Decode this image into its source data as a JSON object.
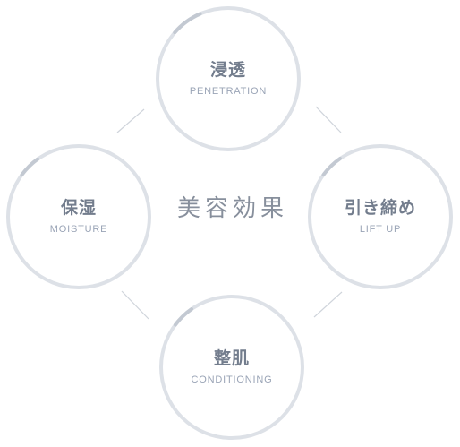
{
  "diagram": {
    "center_title": "美容効果",
    "items": [
      {
        "ja": "浸透",
        "en": "PENETRATION"
      },
      {
        "ja": "保湿",
        "en": "MOISTURE"
      },
      {
        "ja": "引き締め",
        "en": "LIFT UP"
      },
      {
        "ja": "整肌",
        "en": "CONDITIONING"
      }
    ]
  },
  "colors": {
    "ring": "#dde1e7",
    "ring_accent": "#c3c9d2",
    "connector": "#cfd4db",
    "title_text": "#737d8d",
    "subtitle_text": "#9aa4b6",
    "center_text": "#878f9c"
  }
}
